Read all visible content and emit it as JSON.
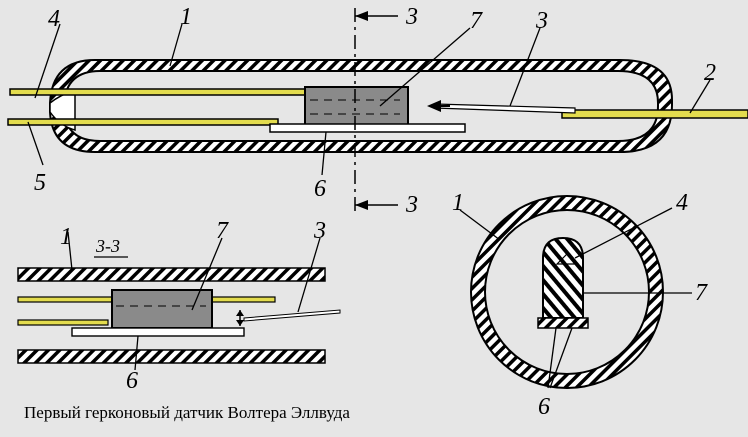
{
  "caption": "Первый герконовый датчик Волтера Эллвуда",
  "section_title": "3-3",
  "labels": {
    "top_1": "1",
    "top_2": "2",
    "top_3": "3",
    "top_4": "4",
    "top_5": "5",
    "top_6": "6",
    "top_7": "7",
    "cut_top": "3",
    "cut_bottom": "3",
    "sec_1": "1",
    "sec_3": "3",
    "sec_6": "6",
    "sec_7": "7",
    "circ_1": "1",
    "circ_4": "4",
    "circ_6": "6",
    "circ_7": "7"
  },
  "colors": {
    "background": "#e6e6e6",
    "lead": "#e3dc4e",
    "magnet": "#8a8a8a",
    "line": "#000000"
  }
}
